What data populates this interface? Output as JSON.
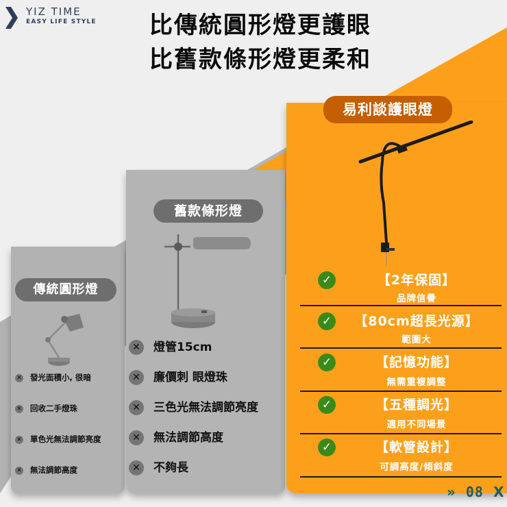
{
  "brand": {
    "name": "YIZ TIME",
    "tagline": "EASY LIFE STYLE",
    "accent_color": "#2e3e5c"
  },
  "headline": {
    "line1": "比傳統圓形燈更護眼",
    "line2": "比舊款條形燈更柔和"
  },
  "columns": {
    "traditional": {
      "name": "傳統圓形燈",
      "icon": "desk-lamp-icon",
      "color": "#b2b2b2",
      "cons": [
        "發光面積小, 很暗",
        "回收二手燈珠",
        "單色光無法調節亮度",
        "無法調節高度"
      ]
    },
    "old_bar": {
      "name": "舊款條形燈",
      "icon": "bar-lamp-icon",
      "color": "#b4b4b4",
      "cons": [
        "燈管15cm",
        "廉價刺 眼燈珠",
        "三色光無法調節亮度",
        "無法調節高度",
        "不夠長"
      ]
    },
    "yiz": {
      "name": "易利談護眼燈",
      "icon": "clamp-monitor-lamp-icon",
      "color": "#fca01c",
      "pill_color": "#c45e00",
      "features": [
        {
          "title": "【2年保固】",
          "subtitle": "品牌信譽"
        },
        {
          "title": "【80cm超長光源】",
          "subtitle": "範圍大"
        },
        {
          "title": "【記憶功能】",
          "subtitle": "無需重複調整"
        },
        {
          "title": "【五種調光】",
          "subtitle": "適用不同場景"
        },
        {
          "title": "【軟管設計】",
          "subtitle": "可調高度/傾斜度"
        }
      ]
    }
  },
  "icons": {
    "cross": "✕",
    "check": "✓"
  },
  "pager": {
    "prefix": "»",
    "page": "08",
    "suffix": "X"
  }
}
